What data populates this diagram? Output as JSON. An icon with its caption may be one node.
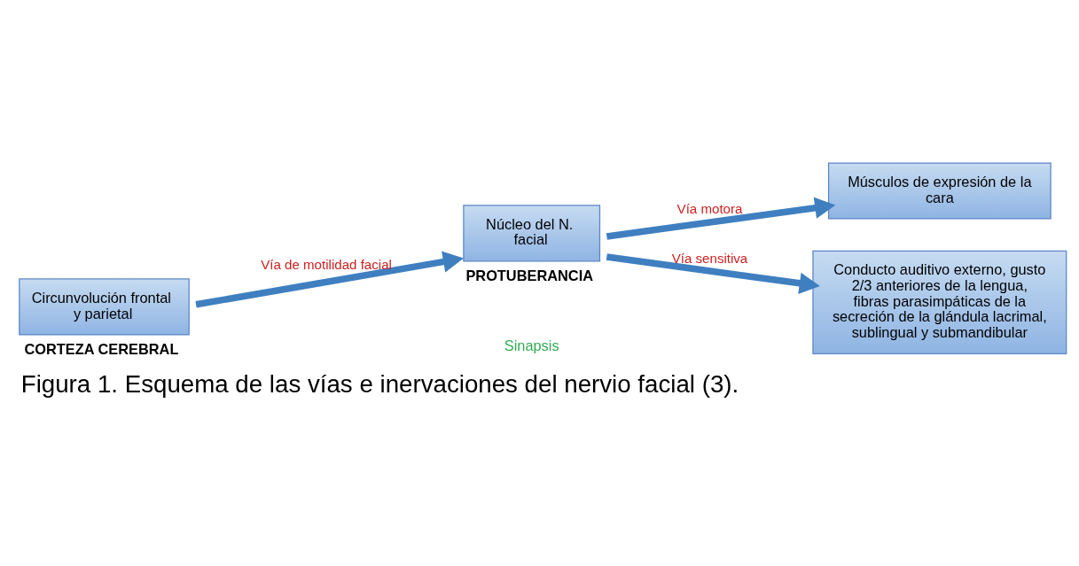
{
  "diagram": {
    "caption": "Figura 1. Esquema de las vías e inervaciones del nervio facial (3).",
    "nodes": [
      {
        "text": [
          "Circunvolución frontal y parietal"
        ],
        "beside": [
          "CORTEZA CEREBRAL"
        ]
      },
      {
        "text": [
          "Núcleo del N. facial"
        ],
        "beside": [
          "PROTUBERANCIA"
        ]
      },
      {
        "text": [
          "Músculos de expresión de la cara"
        ]
      },
      {
        "text": [
          "Conducto auditivo externo, gusto 2/3 anteriores de la lengua, fibras parasimpáticas de la secreción de la glándula lacrimal, sublingual y submandibular"
        ]
      }
    ],
    "edges": [
      {
        "from": 0,
        "to": 1,
        "arrow": "to",
        "label": "Vía de motilidad facial"
      },
      {
        "from": 1,
        "to": 2,
        "arrow": "to",
        "label": "Vía motora"
      },
      {
        "from": 1,
        "to": 3,
        "arrow": "to",
        "label": "Vía sensitiva"
      }
    ],
    "labels": [
      "Sinapsis"
    ]
  }
}
